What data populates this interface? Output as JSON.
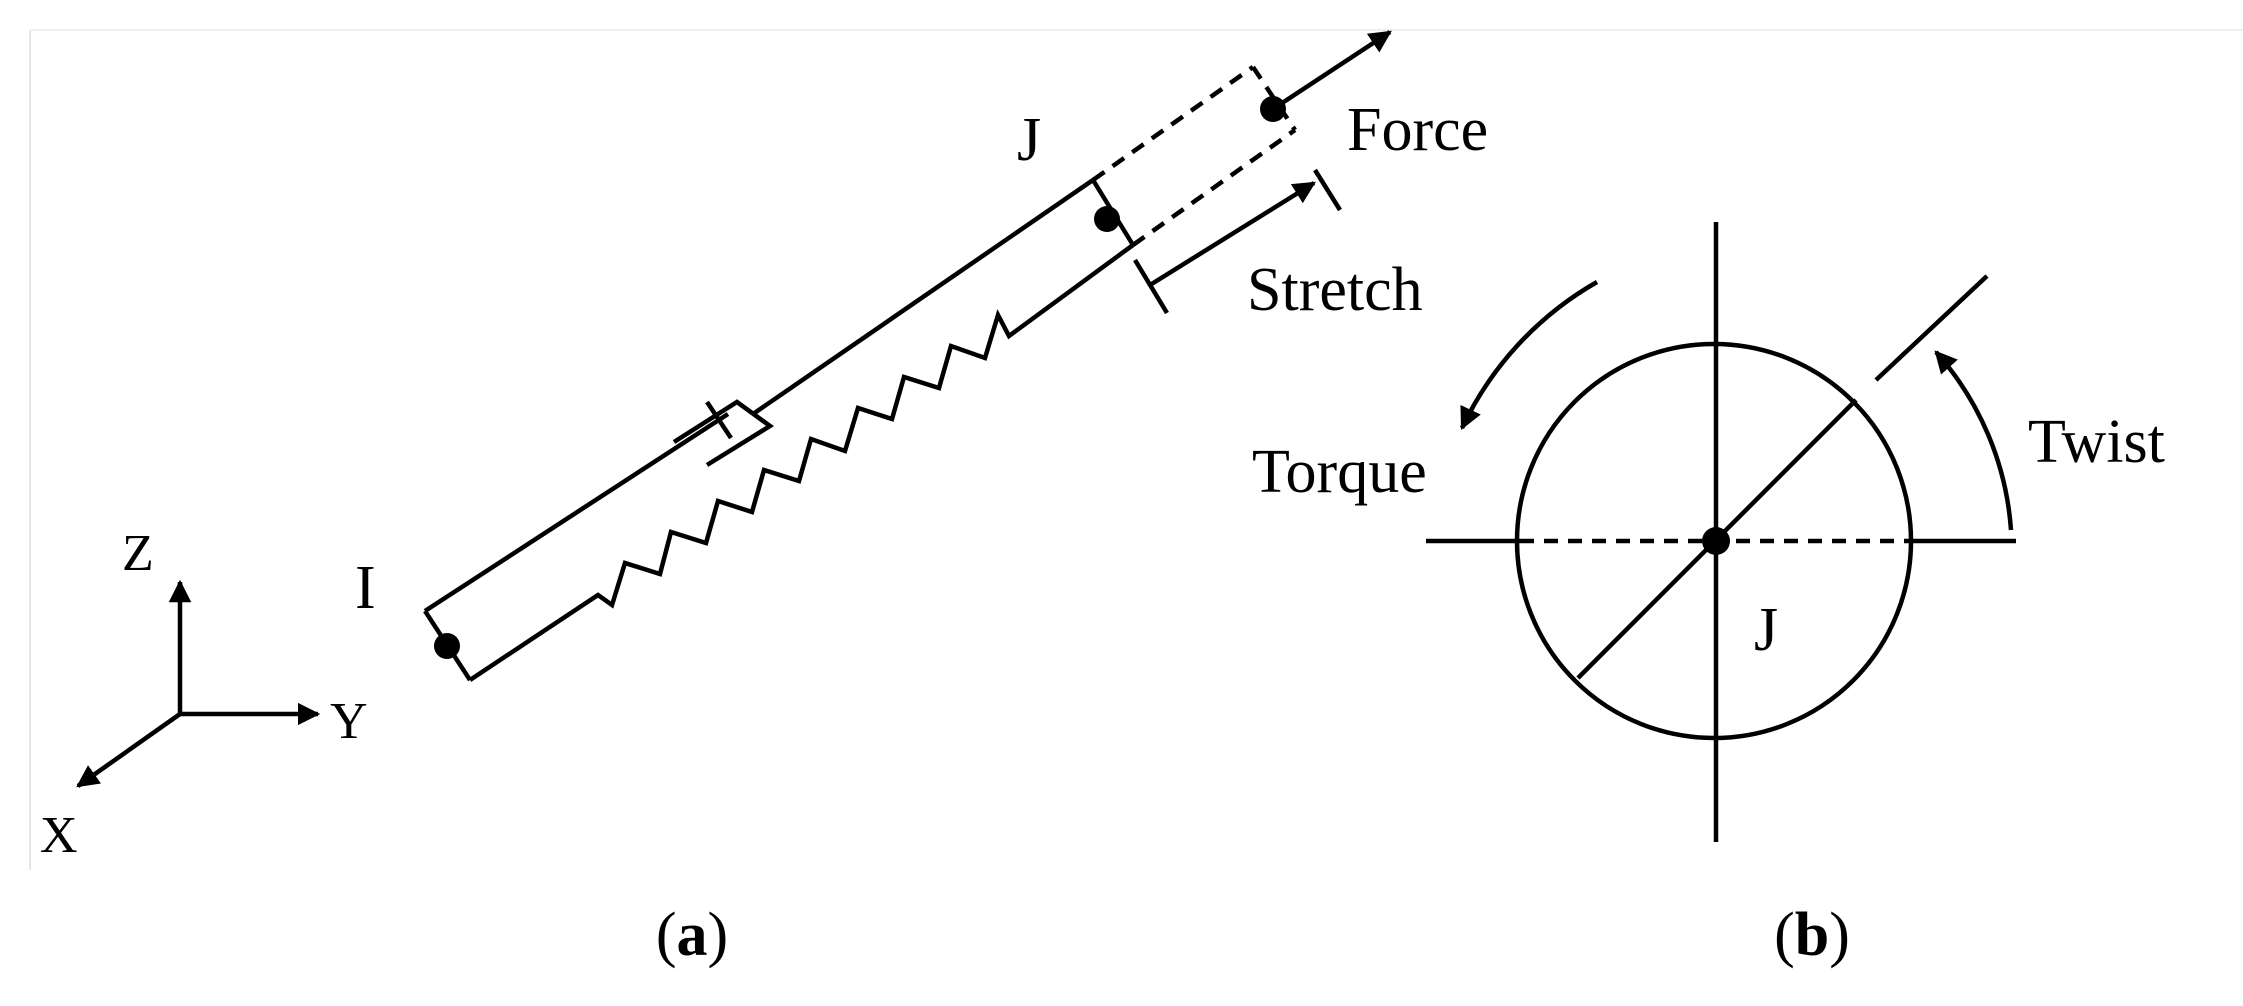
{
  "panel_a": {
    "labels": {
      "node_i": "I",
      "node_j": "J",
      "force": "Force",
      "stretch": "Stretch"
    },
    "axes": {
      "z": "Z",
      "y": "Y",
      "x": "X"
    },
    "caption": {
      "open": "(",
      "letter": "a",
      "close": ")"
    }
  },
  "panel_b": {
    "labels": {
      "torque": "Torque",
      "twist": "Twist",
      "node_j": "J"
    },
    "caption": {
      "open": "(",
      "letter": "b",
      "close": ")"
    }
  }
}
